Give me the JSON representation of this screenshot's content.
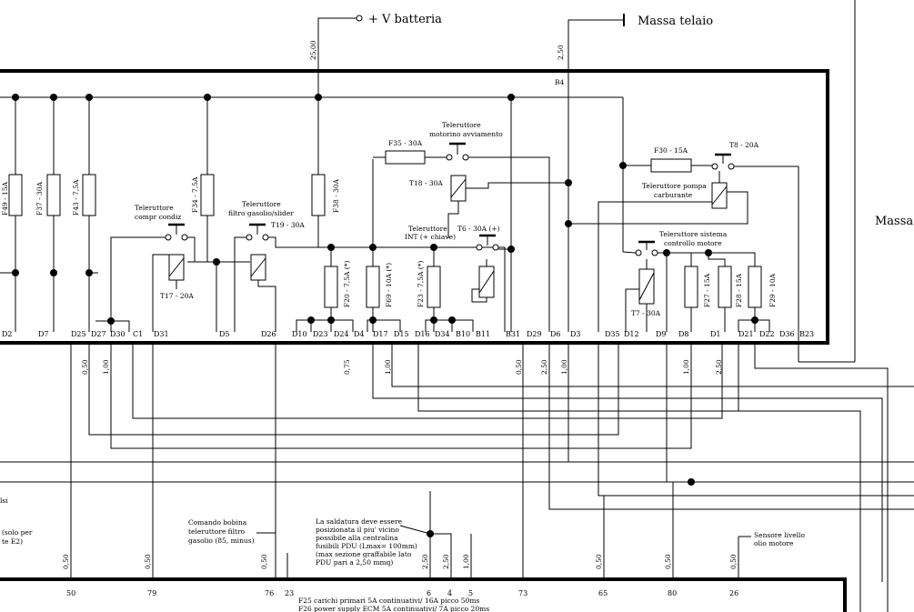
{
  "supply": {
    "batt_label": "+ V batteria",
    "ground_label": "Massa telaio",
    "batt_wire": "25,00",
    "ground_wire": "2,50",
    "b4": "B4"
  },
  "side_label": "Massa",
  "fuses": [
    {
      "id": "f49",
      "label": "F49 - 15A"
    },
    {
      "id": "f37",
      "label": "F37 - 30A"
    },
    {
      "id": "f43",
      "label": "F43 - 7,5A"
    },
    {
      "id": "f34",
      "label": "F34 - 7,5A"
    },
    {
      "id": "f38",
      "label": "F38 - 30A"
    },
    {
      "id": "f35",
      "label": "F35 - 30A"
    },
    {
      "id": "f30",
      "label": "F30 - 15A"
    },
    {
      "id": "f20",
      "label": "F20 - 7,5A (*)"
    },
    {
      "id": "f69",
      "label": "F69 - 10A (*)"
    },
    {
      "id": "f23",
      "label": "F23 - 7,5A (*)"
    },
    {
      "id": "f27",
      "label": "F27 - 15A"
    },
    {
      "id": "f28",
      "label": "F28 - 15A"
    },
    {
      "id": "f29",
      "label": "F29 - 10A"
    }
  ],
  "relays": {
    "t17": {
      "name1": "Teleruttore",
      "name2": "compr condiz",
      "id": "T17 - 20A"
    },
    "t19": {
      "name1": "Teleruttore",
      "name2": "filtro gasolio/slider",
      "id": "T19 - 30A"
    },
    "t18": {
      "name1": "Teleruttore",
      "name2": "motorino avviamento",
      "id": "T18 - 30A"
    },
    "t6": {
      "name1": "Teleruttore",
      "name2": "INT (+ chiave)",
      "id": "T6 - 30A (+)"
    },
    "t8": {
      "name1": "Teleruttore pompa",
      "name2": "carburante",
      "id": "T8 - 20A"
    },
    "t7": {
      "name1": "Teleruttore sistema",
      "name2": "controllo motore",
      "id": "T7 - 30A"
    }
  },
  "pins": [
    "D2",
    "D7",
    "D25",
    "D27",
    "D30",
    "C1",
    "D31",
    "D5",
    "D26",
    "D10",
    "D23",
    "D24",
    "D4",
    "D17",
    "D15",
    "D16",
    "D34",
    "B10",
    "B11",
    "B31",
    "D29",
    "D6",
    "D3",
    "D35",
    "D12",
    "D9",
    "D8",
    "D1",
    "D21",
    "D22",
    "D36",
    "B23"
  ],
  "wires_mid": [
    "0,50",
    "1,00",
    "0,75",
    "1,00",
    "0,50",
    "2,50",
    "1,00",
    "1,00",
    "2,50"
  ],
  "notes": {
    "left_1": "lsi",
    "left_2": "(solo per",
    "left_3": "te E2)",
    "bobina_1": "Comando bobina",
    "bobina_2": "teleruttore filtro",
    "bobina_3": "gasolio (85, minus)",
    "saldatura_1": "La saldatura deve essere",
    "saldatura_2": "posizionata il piu' vicino",
    "saldatura_3": "possibile alla centralina",
    "saldatura_4": "fusibili PDU (Lmax= 100mm)",
    "saldatura_5": "(max sezione graffabile lato",
    "saldatura_6": "PDU pari a 2,50 mmq)",
    "sensore_1": "Sensore livello",
    "sensore_2": "olio motore"
  },
  "wires_low": [
    "0,50",
    "0,50",
    "0,50",
    "2,50",
    "2,50",
    "1,00",
    "0,50",
    "0,50",
    "0,50"
  ],
  "bottom_pins": [
    "50",
    "79",
    "76",
    "23",
    "6",
    "4",
    "5",
    "73",
    "65",
    "80",
    "26"
  ],
  "footer": {
    "line1": "F25 carichi primari 5A continuativi/ 16A picco 50ms",
    "line2": "F26 power supply ECM 5A continuativi/ 7A picco 20ms"
  }
}
